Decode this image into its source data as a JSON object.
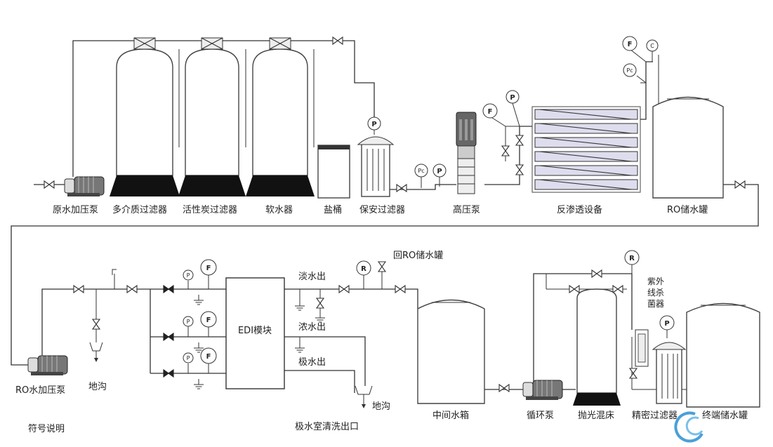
{
  "labels": {
    "raw_pump": "原水加压泵",
    "multi_filter": "多介质过滤器",
    "carbon_filter": "活性炭过滤器",
    "softener": "软水器",
    "salt_tank": "盐桶",
    "security_filter": "保安过滤器",
    "hp_pump": "高压泵",
    "ro_unit": "反渗透设备",
    "ro_tank": "RO储水罐",
    "ro_boost_pump": "RO水加压泵",
    "drain1": "地沟",
    "edi": "EDI模块",
    "fresh_out": "淡水出",
    "conc_out": "浓水出",
    "electrode_out": "极水出",
    "return_ro": "回RO储水罐",
    "drain2": "地沟",
    "electrode_outlet": "极水室清洗出口",
    "mid_tank": "中间水箱",
    "circ_pump": "循环泵",
    "polish_bed": "抛光混床",
    "uv": "紫外线杀菌器",
    "precision_filter": "精密过滤器",
    "final_tank": "终端储水罐",
    "legend": "符号说明"
  },
  "gauges": {
    "p": "P",
    "f": "F",
    "c": "C",
    "pc": "Pc",
    "r": "R"
  }
}
